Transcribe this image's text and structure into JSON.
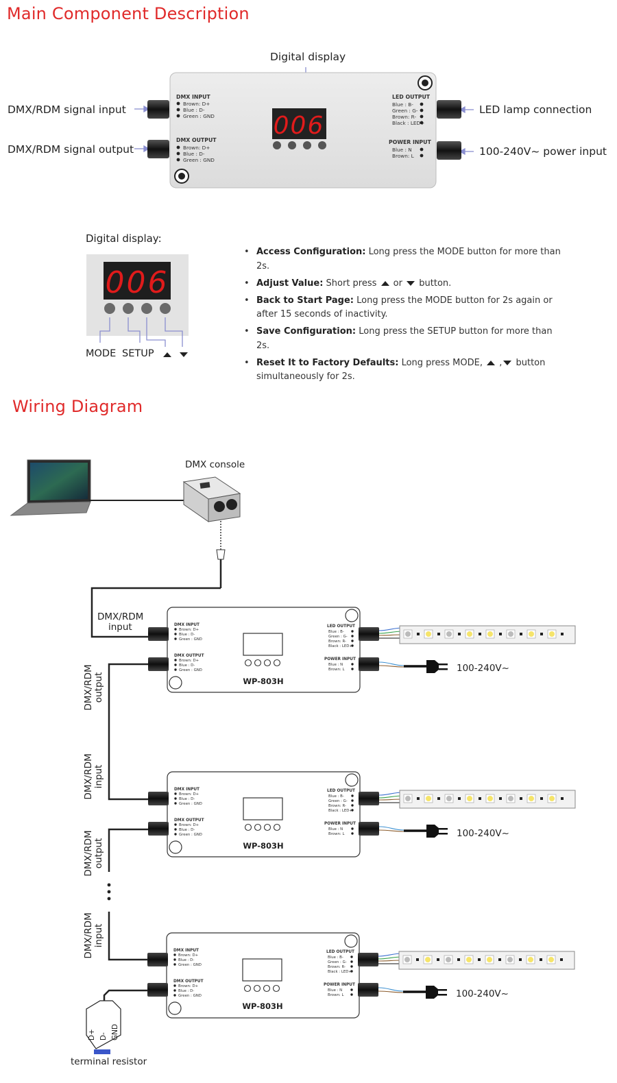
{
  "sections": {
    "component_title": "Main Component Description",
    "wiring_title": "Wiring Diagram"
  },
  "component": {
    "digital_display_label": "Digital display",
    "dmx_signal_input": "DMX/RDM signal input",
    "dmx_signal_output": "DMX/RDM signal output",
    "led_lamp_connection": "LED lamp connection",
    "power_input": "100-240V~ power input",
    "display_value": "006",
    "dmx_input": {
      "title": "DMX INPUT",
      "pins": [
        "Brown: D+",
        "Blue  : D-",
        "Green : GND"
      ]
    },
    "dmx_output": {
      "title": "DMX OUTPUT",
      "pins": [
        "Brown: D+",
        "Blue  : D-",
        "Green : GND"
      ]
    },
    "led_output": {
      "title": "LED OUTPUT",
      "pins": [
        "Blue  : B-",
        "Green : G-",
        "Brown: R-",
        "Black : LED+"
      ]
    },
    "power_in": {
      "title": "POWER INPUT",
      "pins": [
        "Blue   : N",
        "Brown: L"
      ]
    }
  },
  "display_panel": {
    "title": "Digital display:",
    "value": "006",
    "buttons": {
      "mode": "MODE",
      "setup": "SETUP"
    }
  },
  "instructions": [
    {
      "bold": "Access Configuration:",
      "text": " Long press the MODE button for more than 2s."
    },
    {
      "bold": "Adjust Value:",
      "pre": " Short press ",
      "mid": " or ",
      "post": " button."
    },
    {
      "bold": "Back to Start Page:",
      "text": " Long press the MODE button for 2s again or after 15 seconds of inactivity."
    },
    {
      "bold": "Save Configuration:",
      "text": " Long press the SETUP button for more than 2s."
    },
    {
      "bold": "Reset It to Factory Defaults:",
      "pre": " Long press MODE, ",
      "mid": " ,",
      "post": " button simultaneously for 2s."
    }
  ],
  "wiring": {
    "dmx_console": "DMX console",
    "dmx_rdm_input_line1": "DMX/RDM",
    "dmx_rdm_input_line2": "input",
    "vert_output": "DMX/RDM output",
    "vert_input": "DMX/RDM input",
    "model": "WP-803H",
    "power": "100-240V~",
    "terminal_resistor": "terminal resistor",
    "resistor_pins": [
      "D+",
      "D-",
      "GND"
    ]
  }
}
